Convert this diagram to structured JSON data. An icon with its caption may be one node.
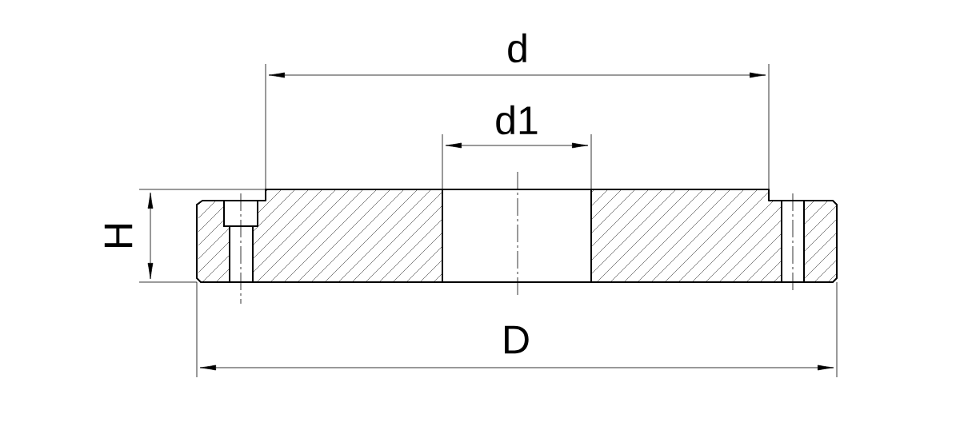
{
  "diagram": {
    "labels": [
      "d",
      "d1",
      "H",
      "D"
    ]
  }
}
